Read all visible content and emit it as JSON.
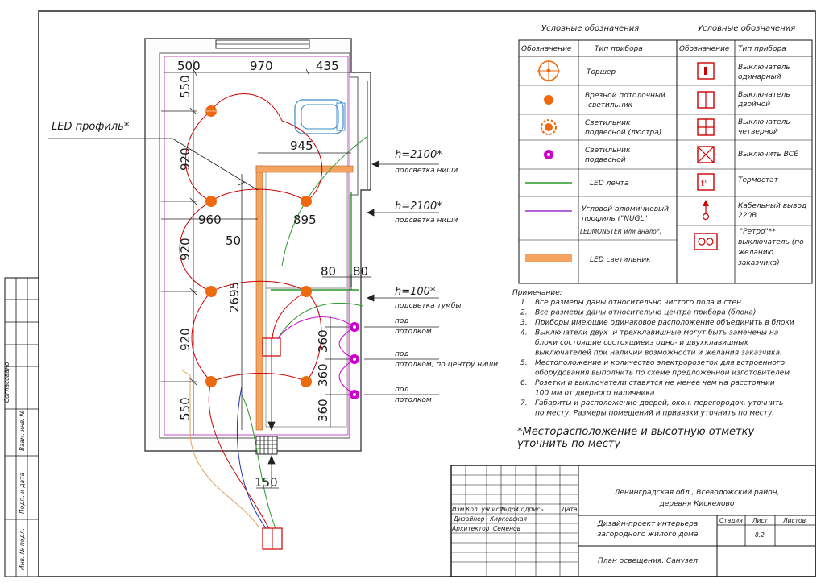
{
  "plan": {
    "dim_top": [
      "500",
      "970",
      "435"
    ],
    "dim_550_top": "550",
    "dim_920": [
      "920",
      "920",
      "920"
    ],
    "dim_550_bottom": "550",
    "dim_945": "945",
    "dim_960": "960",
    "dim_895": "895",
    "dim_50": "50",
    "dim_2695": "2695",
    "dim_80a": "80",
    "dim_80b": "80",
    "dim_360": [
      "360",
      "360",
      "360"
    ],
    "dim_150": "150",
    "led_profile_label": "LED профиль*",
    "callouts": [
      {
        "height": "h=2100*",
        "note": "подсветка ниши"
      },
      {
        "height": "h=2100*",
        "note": "подсветка ниши"
      },
      {
        "height": "h=100*",
        "note": "подсветка тумбы"
      }
    ],
    "socket_notes": [
      {
        "line1": "под",
        "line2": "потолком"
      },
      {
        "line1": "под",
        "line2": "потолком, по центру ниши"
      },
      {
        "line1": "под",
        "line2": "потолком"
      }
    ]
  },
  "legend": {
    "title_left": "Условные обозначения",
    "title_right": "Условные обозначения",
    "col_headers": [
      "Обозначение",
      "Тип прибора",
      "Обозначение",
      "Тип прибора"
    ],
    "left_rows": [
      [
        "Торшер"
      ],
      [
        "Врезной потолочный",
        "светильник"
      ],
      [
        "Светильник",
        "подвесной (люстра)"
      ],
      [
        "Светильник",
        "подвесной"
      ],
      [
        "LED лента"
      ],
      [
        "Угловой алюминиевый",
        "профиль (\"NUGL\"",
        "LEDMONSTER или аналог)"
      ],
      [
        "LED светильник"
      ]
    ],
    "right_rows": [
      [
        "Выключатель",
        "одинарный"
      ],
      [
        "Выключатель",
        "двойной"
      ],
      [
        "Выключатель",
        "четверной"
      ],
      [
        "Выключить ВСЁ"
      ],
      [
        "Термостат"
      ],
      [
        "Кабельный вывод",
        "220В"
      ],
      [
        "\"Ретро\"**",
        "выключатель (по",
        "желанию",
        "заказчика)"
      ]
    ],
    "colors": {
      "orange": "#ee6a10",
      "magenta": "#cc00cc",
      "red": "#cc0000",
      "green": "#22aa22",
      "purple": "#9b30c8",
      "led_bar": "#f4a460"
    }
  },
  "notes": {
    "title": "Примечание:",
    "items": [
      {
        "num": "1.",
        "lines": [
          "Все размеры даны относительно чистого пола и стен."
        ]
      },
      {
        "num": "2.",
        "lines": [
          "Все размеры даны относительно центра прибора (блока)"
        ]
      },
      {
        "num": "3.",
        "lines": [
          "Приборы имеющие одинаковое расположение объединить в блоки"
        ]
      },
      {
        "num": "4.",
        "lines": [
          "Выключатели двух- и трехклавишные могут быть заменены на",
          "блоки состоящие состоящиеиз одно- и двухклавишных",
          "выключателей при наличии возможности и желания заказчика."
        ]
      },
      {
        "num": "5.",
        "lines": [
          "Местоположение и количество электророзеток для встроенного",
          "оборудования выполнить по схеме предложенной изготовителем"
        ]
      },
      {
        "num": "6.",
        "lines": [
          "Розетки и выключатели ставятся не менее чем на расстоянии",
          "100 мм от дверного наличника"
        ]
      },
      {
        "num": "7.",
        "lines": [
          "Габариты и расположение дверей, окон, перегородок, уточнить",
          "по месту. Размеры помещений и привязки уточнить по месту."
        ]
      }
    ],
    "footnote": [
      "*Месторасположение и высотную отметку",
      "уточнить по месту"
    ]
  },
  "side_stamp": [
    "Согласовано",
    "Взам. инв. №",
    "Подп. и дата",
    "Инв. № подл."
  ],
  "title_block": {
    "address": [
      "Ленинградская обл.,  Всеволожский район,",
      "деревня Кискелово"
    ],
    "col_heads": [
      "Изм.",
      "Кол. уч",
      "Лист",
      "№док",
      "Подпись",
      "Дата"
    ],
    "people": [
      {
        "role": "Дизайнер",
        "name": "Хирковская"
      },
      {
        "role": "Архитектор",
        "name": "Семенов"
      }
    ],
    "project": [
      "Дизайн-проект интерьера",
      "загородного жилого дома"
    ],
    "stage_head": "Стадия",
    "sheet_head": "Лист",
    "sheets_head": "Листов",
    "sheet_no": "8.2",
    "drawing_title": "План освещения. Санузел"
  }
}
